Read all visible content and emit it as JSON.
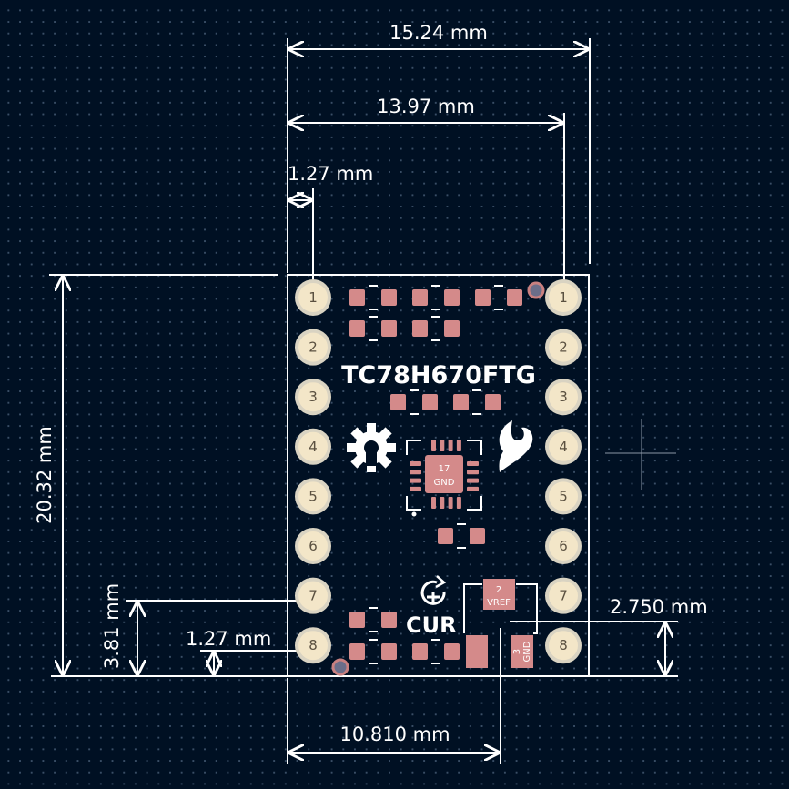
{
  "dimensions": {
    "width_overall": "15.24 mm",
    "width_pins": "13.97 mm",
    "pin_offset": "1.27 mm",
    "height": "20.32 mm",
    "pin_spacing": "3.81 mm",
    "pin_bottom_offset": "1.27 mm",
    "right_offset": "2.750 mm",
    "bottom_offset": "10.810 mm"
  },
  "silkscreen": {
    "part_name": "TC78H670FTG",
    "cur_label": "CUR"
  },
  "pads": {
    "ic_pad_number": "17",
    "ic_pad_net": "GND",
    "vref_number": "2",
    "vref_net": "VREF",
    "gnd_number": "3",
    "gnd_net": "GND"
  },
  "pins_left": [
    "1",
    "2",
    "3",
    "4",
    "5",
    "6",
    "7",
    "8"
  ],
  "pins_right": [
    "1",
    "2",
    "3",
    "4",
    "5",
    "6",
    "7",
    "8"
  ],
  "colors": {
    "background": "#001023",
    "board_outline": "#ffffff",
    "pad_copper": "#f3e6c8",
    "smd_pad": "#d48a8a",
    "silkscreen": "#ffffff"
  }
}
